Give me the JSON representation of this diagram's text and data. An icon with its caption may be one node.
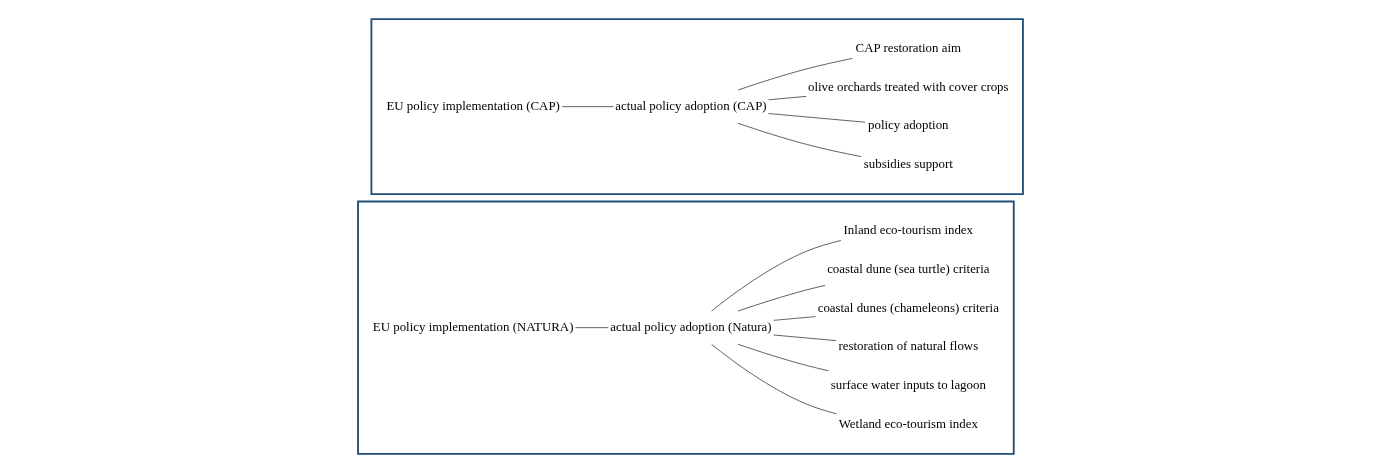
{
  "diagram": {
    "nodes": [
      {
        "text": [],
        "shape": "box"
      },
      {
        "text": [
          "EU policy implementation (CAP)"
        ],
        "in": 0
      },
      {
        "text": [
          "actual policy adoption (CAP)"
        ],
        "in": 0
      },
      {
        "text": [
          "CAP restoration aim"
        ],
        "in": 0
      },
      {
        "text": [
          "olive orchards treated with cover crops"
        ],
        "in": 0
      },
      {
        "text": [
          "policy adoption"
        ],
        "in": 0
      },
      {
        "text": [
          "subsidies support"
        ],
        "in": 0
      },
      {
        "text": [],
        "shape": "box"
      },
      {
        "text": [
          "EU policy implementation (NATURA)"
        ],
        "in": 7
      },
      {
        "text": [
          "actual policy adoption (Natura)"
        ],
        "in": 7
      },
      {
        "text": [
          "Inland eco-tourism index"
        ],
        "in": 7
      },
      {
        "text": [
          "coastal dune (sea turtle) criteria"
        ],
        "in": 7
      },
      {
        "text": [
          "coastal dunes (chameleons) criteria"
        ],
        "in": 7
      },
      {
        "text": [
          "restoration of natural flows"
        ],
        "in": 7
      },
      {
        "text": [
          "surface water inputs to lagoon"
        ],
        "in": 7
      },
      {
        "text": [
          "Wetland eco-tourism index"
        ],
        "in": 7
      }
    ],
    "edges": [
      {
        "from": 1,
        "to": 2,
        "arrow": "none"
      },
      {
        "from": 2,
        "to": 3,
        "arrow": "none"
      },
      {
        "from": 2,
        "to": 4,
        "arrow": "none"
      },
      {
        "from": 2,
        "to": 5,
        "arrow": "none"
      },
      {
        "from": 2,
        "to": 6,
        "arrow": "none"
      },
      {
        "from": 8,
        "to": 9,
        "arrow": "none"
      },
      {
        "from": 9,
        "to": 10,
        "arrow": "none"
      },
      {
        "from": 9,
        "to": 11,
        "arrow": "none"
      },
      {
        "from": 9,
        "to": 12,
        "arrow": "none"
      },
      {
        "from": 9,
        "to": 13,
        "arrow": "none"
      },
      {
        "from": 9,
        "to": 14,
        "arrow": "none"
      },
      {
        "from": 9,
        "to": 15,
        "arrow": "none"
      }
    ]
  }
}
